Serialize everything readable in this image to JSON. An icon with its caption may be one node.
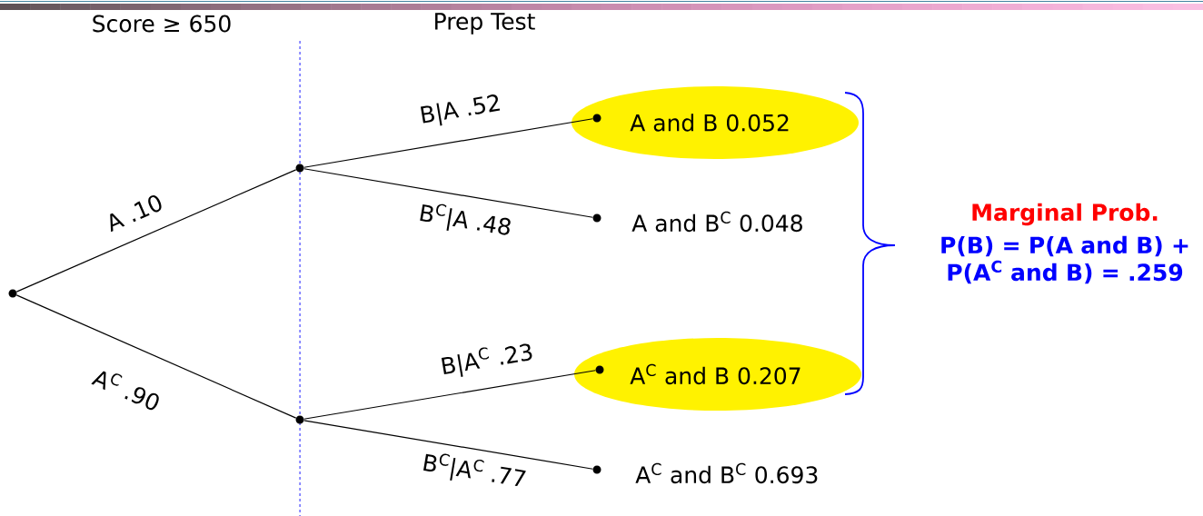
{
  "diagram": {
    "nodes": [
      {
        "text": [],
        "shape": "circle"
      },
      {
        "text": [],
        "shape": "circle"
      },
      {
        "text": [],
        "shape": "circle"
      },
      {
        "text": [
          "A and B 0.052"
        ]
      },
      {
        "text": [],
        "shape": "circle",
        "in": 3
      },
      {
        "text": [],
        "shape": "circle",
        "beside": [
          "A and B$^{C}$ 0.048"
        ]
      },
      {
        "text": [
          "A$^{C}$ and B 0.207"
        ]
      },
      {
        "text": [],
        "shape": "circle",
        "in": 6
      },
      {
        "text": [],
        "shape": "circle",
        "beside": [
          "A$^{C}$ and B$^{C}$ 0.693"
        ]
      }
    ],
    "edges": [
      {
        "from": 0,
        "to": 1,
        "arrow": "none",
        "label": "A .10"
      },
      {
        "from": 0,
        "to": 2,
        "arrow": "none",
        "label": "A$^{C}$ .90"
      },
      {
        "from": 1,
        "to": 4,
        "arrow": "none",
        "label": "B|A .52"
      },
      {
        "from": 1,
        "to": 5,
        "arrow": "none",
        "label": "B$^{C}$|A .48"
      },
      {
        "from": 2,
        "to": 7,
        "arrow": "none",
        "label": "B|A$^{C}$ .23"
      },
      {
        "from": 2,
        "to": 8,
        "arrow": "none",
        "label": "B$^{C}$|A$^{C}$ .77"
      }
    ],
    "labels": [
      "Score ≥ 650",
      "Prep Test",
      "Marginal Prob.",
      "P(B) = P(A and B) + P(A$^{C}$ and B) = .259"
    ]
  }
}
